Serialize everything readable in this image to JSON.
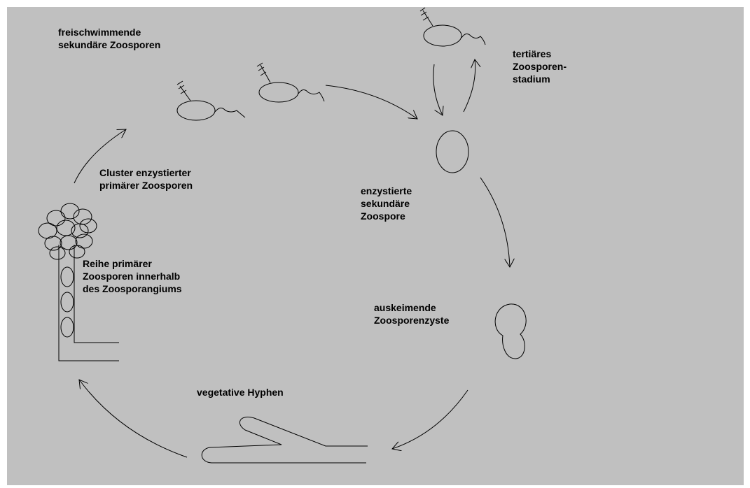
{
  "diagram": {
    "background": "#c0c0c0",
    "stroke": "#000000",
    "labels": {
      "free_swimming": "freischwimmende\nsekundäre Zoosporen",
      "tertiary": "tertiäres\nZoosporen-\nstadium",
      "encysted_secondary": "enzystierte\nsekundäre\nZoospore",
      "germinating_cyst": "auskeimende\nZoosporenzyste",
      "vegetative_hyphae": "vegetative Hyphen",
      "primary_row": "Reihe primärer\nZoosporen innerhalb\ndes Zoosporangiums",
      "primary_cluster": "Cluster enzystierter\nprimärer Zoosporen"
    }
  }
}
